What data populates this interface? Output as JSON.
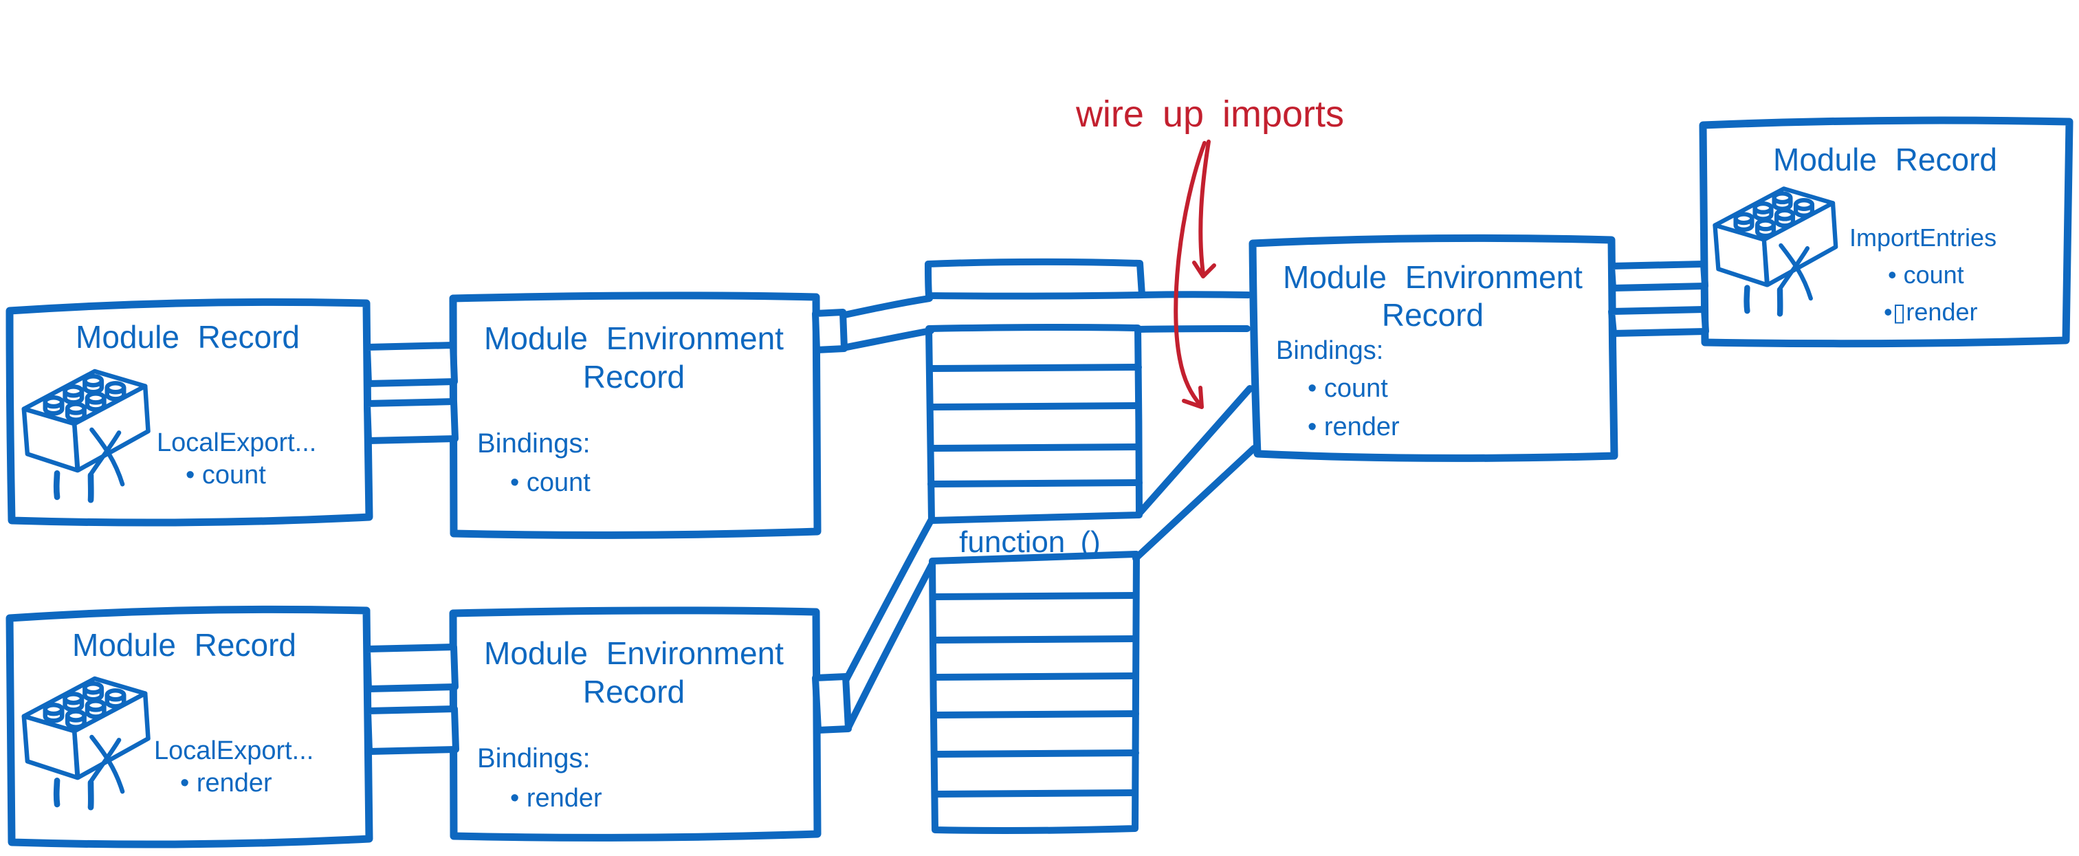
{
  "palette": {
    "blue": "#0e68c0",
    "red": "#c3202f",
    "background": "#ffffff"
  },
  "annotation": {
    "text": "wire up imports"
  },
  "memory_stack": {
    "function_label": "function ()"
  },
  "boxes": {
    "top_left_module_record": {
      "title": "Module Record",
      "label": "LocalExport...",
      "bullet": "• count"
    },
    "top_left_module_env": {
      "title_line1": "Module Environment",
      "title_line2": "Record",
      "bindings_label": "Bindings:",
      "bullet": "• count"
    },
    "bottom_left_module_record": {
      "title": "Module Record",
      "label": "LocalExport...",
      "bullet": "• render"
    },
    "bottom_left_module_env": {
      "title_line1": "Module Environment",
      "title_line2": "Record",
      "bindings_label": "Bindings:",
      "bullet": "• render"
    },
    "right_module_env": {
      "title_line1": "Module Environment",
      "title_line2": "Record",
      "bindings_label": "Bindings:",
      "bullet_count": "• count",
      "bullet_render": "• render"
    },
    "top_right_module_record": {
      "title": "Module Record",
      "label": "ImportEntries",
      "bullet_count": "• count",
      "bullet_render": "•▯render"
    }
  }
}
